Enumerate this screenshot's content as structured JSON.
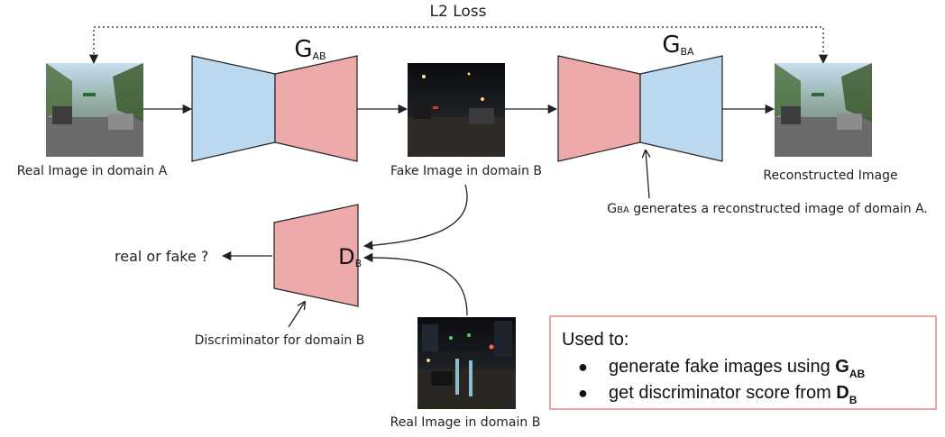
{
  "loss": {
    "label": "L2 Loss"
  },
  "generators": {
    "gab": {
      "letter": "G",
      "sub": "AB"
    },
    "gba": {
      "letter": "G",
      "sub": "BA"
    }
  },
  "discriminator": {
    "letter": "D",
    "sub": "B"
  },
  "images": {
    "real_a": {
      "caption": "Real Image in domain A",
      "palette": "day"
    },
    "fake_b": {
      "caption": "Fake Image in domain B",
      "palette": "night"
    },
    "reconstructed": {
      "caption": "Reconstructed Image",
      "palette": "day"
    },
    "real_b": {
      "caption": "Real Image in domain B",
      "palette": "night"
    }
  },
  "annotations": {
    "gba_note_prefix": "G",
    "gba_note_sub": "BA",
    "gba_note_rest": " generates a reconstructed image of domain A.",
    "disc_note": "Discriminator for domain B",
    "output": "real or fake ?"
  },
  "used_box": {
    "title": "Used to:",
    "items": [
      {
        "text": "generate fake images using ",
        "bold": "G",
        "sub": "AB"
      },
      {
        "text": "get discriminator score from ",
        "bold": "D",
        "sub": "B"
      }
    ]
  },
  "colors": {
    "encoder_blue": "#bcd8ee",
    "decoder_red": "#eeaaaa",
    "stroke": "#222222",
    "box_border": "#e8a7a7"
  }
}
